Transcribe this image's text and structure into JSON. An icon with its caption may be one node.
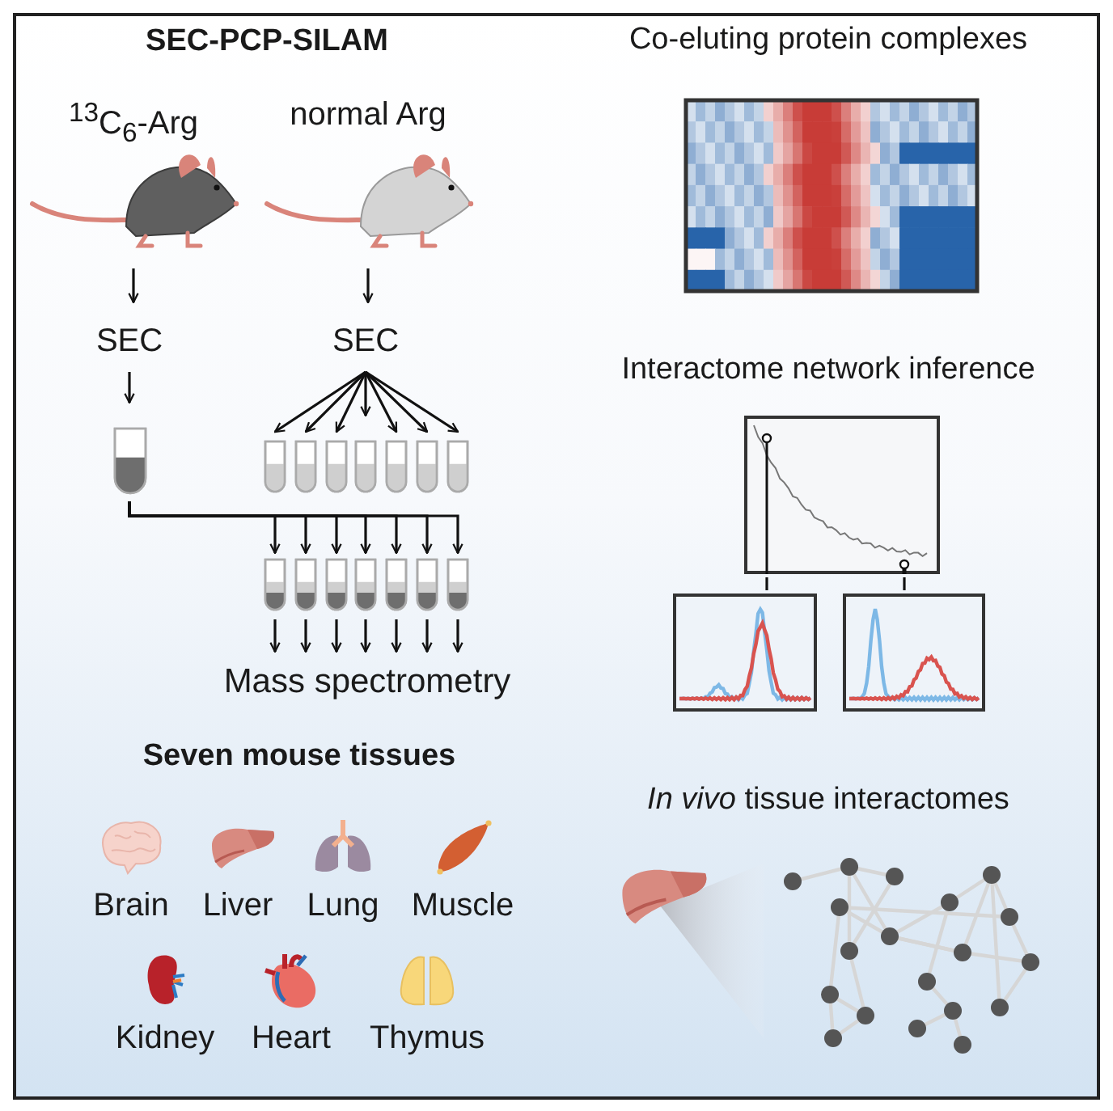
{
  "diagram": {
    "title": "SEC-PCP-SILAM",
    "nodes": [
      {
        "text": [
          "$^{13}$C$_{6}$-Arg"
        ]
      },
      {
        "text": [
          "normal Arg"
        ]
      },
      {
        "text": [
          "SEC"
        ]
      },
      {
        "text": [
          "SEC"
        ]
      },
      {
        "text": [],
        "shape": "tube"
      },
      {
        "text": [],
        "shape": "tube"
      },
      {
        "text": [],
        "shape": "tube"
      },
      {
        "text": [],
        "shape": "tube"
      },
      {
        "text": [],
        "shape": "tube"
      },
      {
        "text": [],
        "shape": "tube"
      },
      {
        "text": [],
        "shape": "tube"
      },
      {
        "text": [],
        "shape": "tube"
      },
      {
        "text": [],
        "shape": "tube"
      },
      {
        "text": [],
        "shape": "tube"
      },
      {
        "text": [],
        "shape": "tube"
      },
      {
        "text": [],
        "shape": "tube"
      },
      {
        "text": [],
        "shape": "tube"
      },
      {
        "text": [],
        "shape": "tube"
      },
      {
        "text": [],
        "shape": "tube"
      },
      {
        "text": [
          "Mass spectrometry"
        ]
      },
      {
        "text": [],
        "shape": "picture"
      },
      {
        "text": [],
        "shape": "picture"
      },
      {
        "text": [],
        "shape": "picture"
      }
    ],
    "edges": [
      {
        "from": 0,
        "to": 2,
        "arrow": "to"
      },
      {
        "from": 1,
        "to": 3,
        "arrow": "to"
      },
      {
        "from": 2,
        "to": 4,
        "arrow": "to"
      },
      {
        "from": 3,
        "to": 5,
        "arrow": "to"
      },
      {
        "from": 3,
        "to": 6,
        "arrow": "to"
      },
      {
        "from": 3,
        "to": 7,
        "arrow": "to"
      },
      {
        "from": 3,
        "to": 8,
        "arrow": "to"
      },
      {
        "from": 3,
        "to": 9,
        "arrow": "to"
      },
      {
        "from": 3,
        "to": 10,
        "arrow": "to"
      },
      {
        "from": 3,
        "to": 11,
        "arrow": "to"
      },
      {
        "from": 4,
        "to": 12,
        "arrow": "to"
      },
      {
        "from": 4,
        "to": 13,
        "arrow": "to"
      },
      {
        "from": 4,
        "to": 14,
        "arrow": "to"
      },
      {
        "from": 4,
        "to": 15,
        "arrow": "to"
      },
      {
        "from": 4,
        "to": 16,
        "arrow": "to"
      },
      {
        "from": 4,
        "to": 17,
        "arrow": "to"
      },
      {
        "from": 4,
        "to": 18,
        "arrow": "to"
      },
      {
        "from": 12,
        "to": 19,
        "arrow": "to"
      },
      {
        "from": 13,
        "to": 19,
        "arrow": "to"
      },
      {
        "from": 14,
        "to": 19,
        "arrow": "to"
      },
      {
        "from": 15,
        "to": 19,
        "arrow": "to"
      },
      {
        "from": 16,
        "to": 19,
        "arrow": "to"
      },
      {
        "from": 17,
        "to": 19,
        "arrow": "to"
      },
      {
        "from": 18,
        "to": 19,
        "arrow": "to"
      },
      {
        "from": 20,
        "to": 21,
        "arrow": "none"
      },
      {
        "from": 20,
        "to": 22,
        "arrow": "none"
      }
    ],
    "labels": [
      "Co-eluting protein complexes",
      "Interactome network inference",
      "Seven mouse tissues",
      "Brain",
      "Liver",
      "Lung",
      "Muscle",
      "Kidney",
      "Heart",
      "Thymus",
      "*In vivo* tissue interactomes"
    ]
  }
}
